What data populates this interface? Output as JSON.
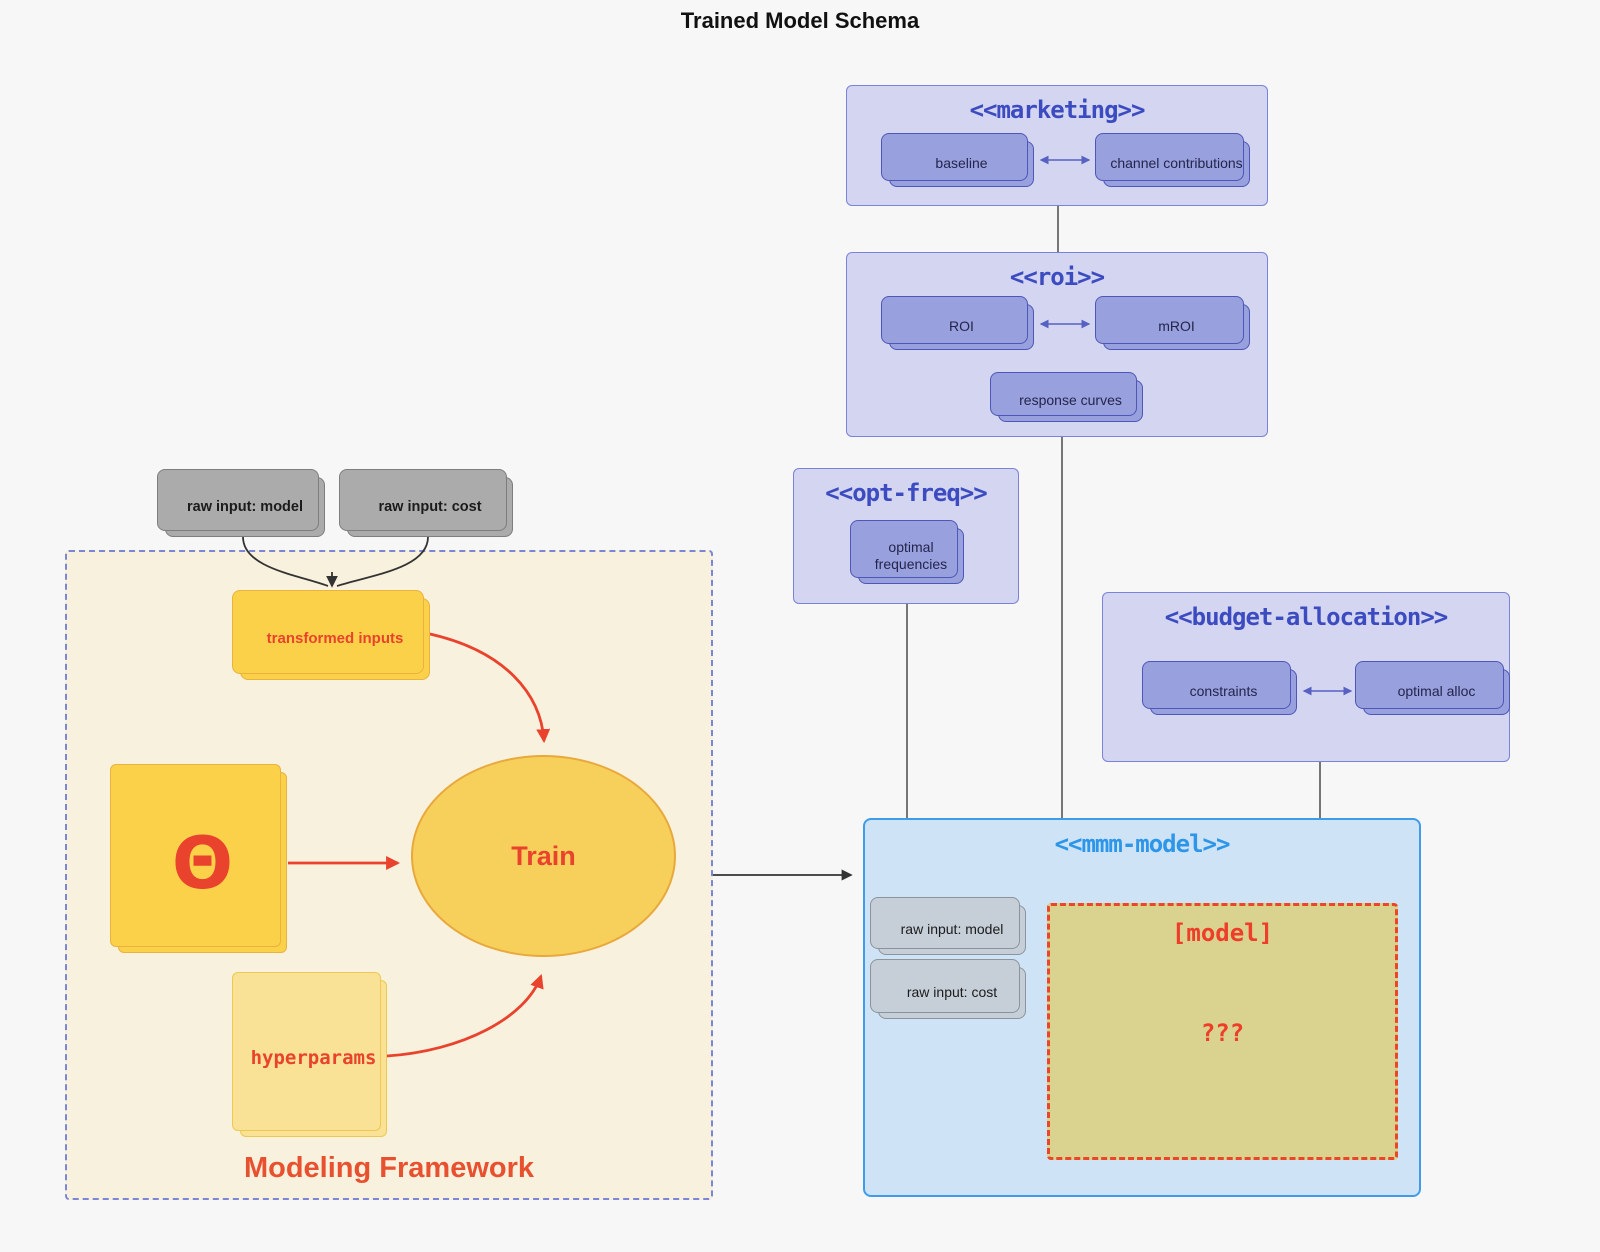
{
  "title": "Trained Model Schema",
  "marketing": {
    "title": "<<marketing>>",
    "baseline": "baseline",
    "channel": "channel contributions"
  },
  "roi": {
    "title": "<<roi>>",
    "roi": "ROI",
    "mroi": "mROI",
    "response": "response curves"
  },
  "opt_freq": {
    "title": "<<opt-freq>>",
    "optimal": "optimal frequencies"
  },
  "budget": {
    "title": "<<budget-allocation>>",
    "constraints": "constraints",
    "optimal_alloc": "optimal alloc"
  },
  "mmm": {
    "title": "<<mmm-model>>",
    "raw_model": "raw input: model",
    "raw_cost": "raw input: cost",
    "model_title": "[model]",
    "model_body": "???"
  },
  "framework": {
    "label": "Modeling Framework",
    "transformed": "transformed inputs",
    "theta": "Θ",
    "train": "Train",
    "hyperparams": "hyperparams"
  },
  "inputs": {
    "raw_model": "raw input: model",
    "raw_cost": "raw input: cost"
  },
  "colors": {
    "accent_red": "#e9422d",
    "lavender_fill": "#d3d5f1",
    "lavender_border": "#7b82d9",
    "purple_node_fill": "#99a0de",
    "purple_node_border": "#4c57b8",
    "indigo_title": "#3c4cc0",
    "blue_fill": "#cfe3f6",
    "blue_border": "#3f9ce8",
    "blue_title": "#2d96e9",
    "gold_fill": "#fcd14a",
    "gold_light_fill": "#f9e195",
    "cream_fill": "#f8f1dd",
    "khaki_fill": "#d9d38f",
    "gray_fill": "#ababab",
    "gray_blue_fill": "#c6cfd8",
    "connector": "#555555",
    "arrow_dark": "#333333",
    "arrow_blue": "#5661c2"
  }
}
